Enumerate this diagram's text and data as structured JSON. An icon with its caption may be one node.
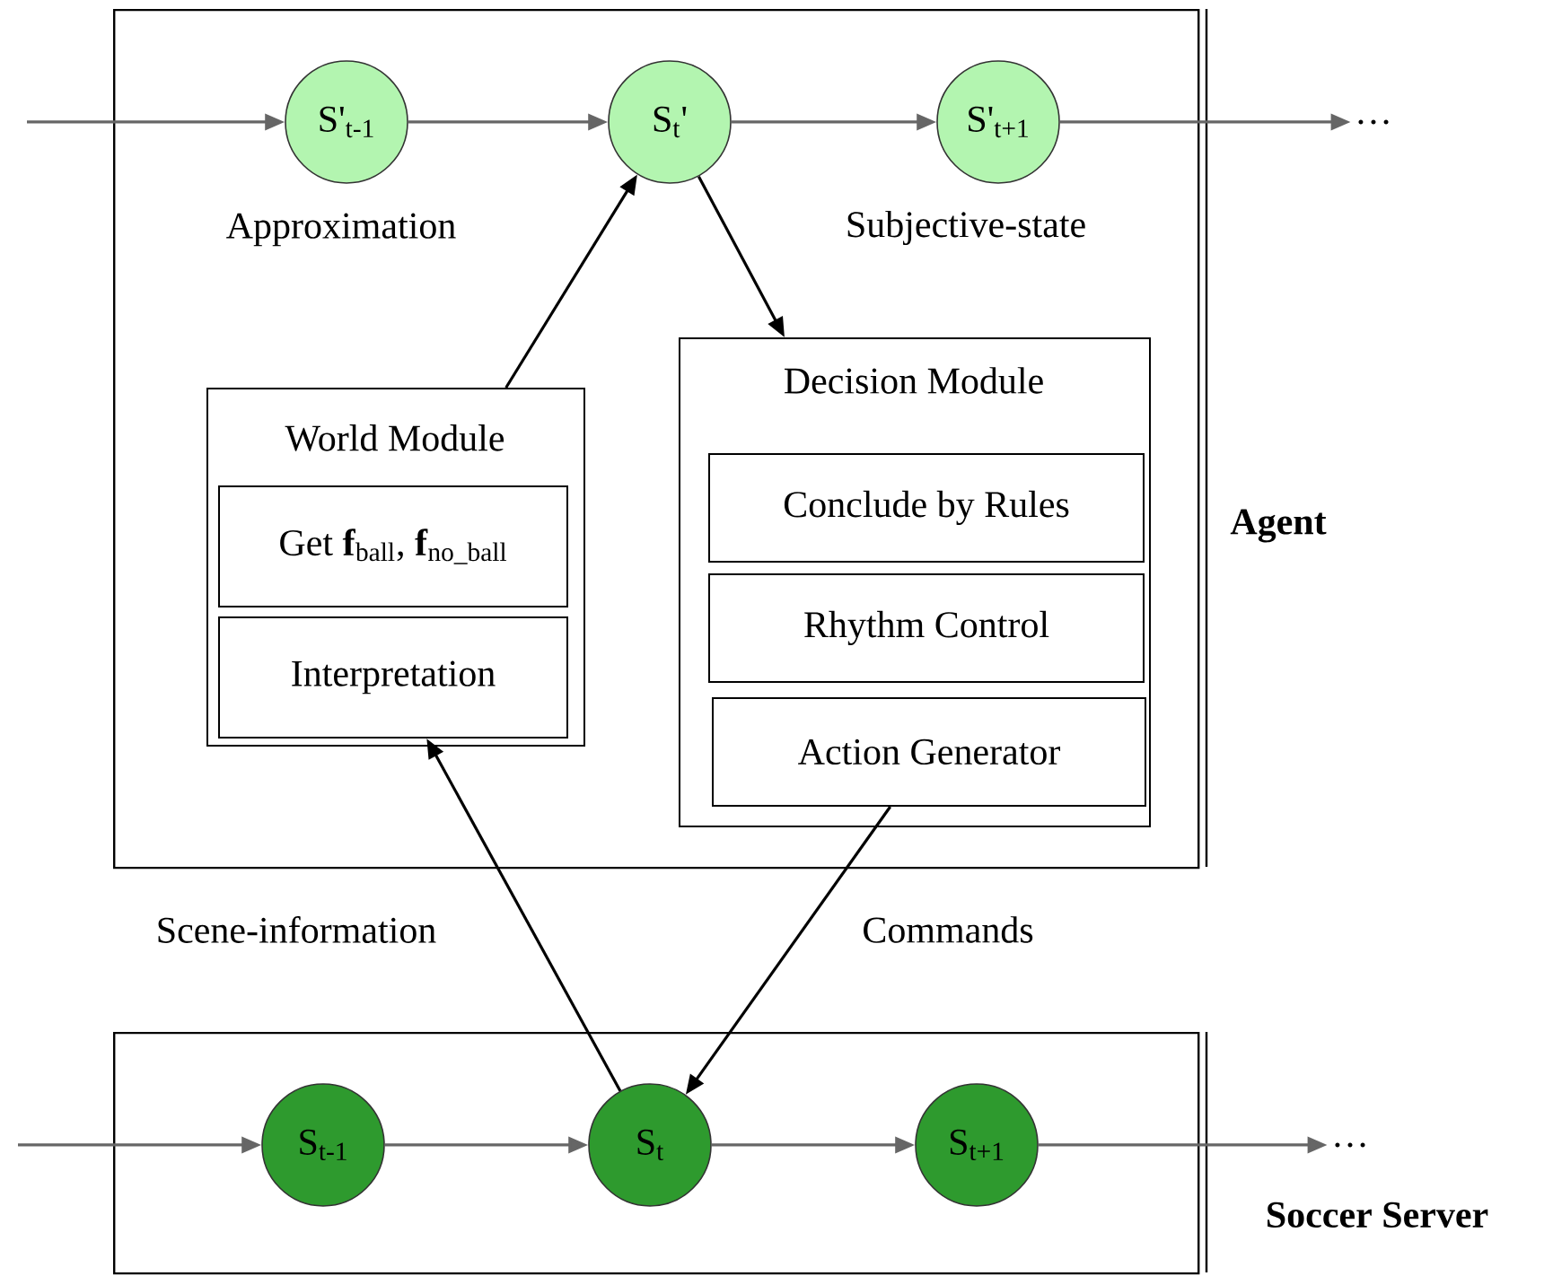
{
  "diagram": {
    "nodes": [
      {
        "text": [
          "Agent"
        ]
      },
      {
        "text": [
          "S'$_{t-1}$"
        ],
        "in": 0
      },
      {
        "text": [
          "S$_{t}$'"
        ],
        "in": 0
      },
      {
        "text": [
          "S'$_{t+1}$"
        ],
        "in": 0
      },
      {
        "text": [
          "…"
        ]
      },
      {
        "text": [
          "World Module"
        ],
        "in": 0
      },
      {
        "text": [
          "Get **f**$_{ball}$, **f**$_{no_ball}$"
        ],
        "in": 5
      },
      {
        "text": [
          "Interpretation"
        ],
        "in": 5
      },
      {
        "text": [
          "Decision Module"
        ],
        "in": 0
      },
      {
        "text": [
          "Conclude by Rules"
        ],
        "in": 8
      },
      {
        "text": [
          "Rhythm Control"
        ],
        "in": 8
      },
      {
        "text": [
          "Action Generator"
        ],
        "in": 8
      },
      {
        "text": [
          "Soccer Server"
        ]
      },
      {
        "text": [
          "S$_{t-1}$"
        ],
        "in": 12
      },
      {
        "text": [
          "S$_{t}$"
        ],
        "in": 12
      },
      {
        "text": [
          "S$_{t+1}$"
        ],
        "in": 12
      },
      {
        "text": [
          "…"
        ]
      }
    ],
    "edges": [
      {
        "from": null,
        "to": 1,
        "arrow": "to"
      },
      {
        "from": 1,
        "to": 2,
        "arrow": "to"
      },
      {
        "from": 2,
        "to": 3,
        "arrow": "to"
      },
      {
        "from": 3,
        "to": 4,
        "arrow": "to"
      },
      {
        "from": 5,
        "to": 2,
        "arrow": "to",
        "label": "Approximation",
        "color": "#000000"
      },
      {
        "from": 2,
        "to": 8,
        "arrow": "to",
        "label": "Subjective-state",
        "color": "#000000"
      },
      {
        "from": 14,
        "to": 7,
        "arrow": "to",
        "label": "Scene-information",
        "color": "#000000"
      },
      {
        "from": 11,
        "to": 14,
        "arrow": "to",
        "label": "Commands",
        "color": "#000000"
      },
      {
        "from": null,
        "to": 13,
        "arrow": "to"
      },
      {
        "from": 13,
        "to": 14,
        "arrow": "to"
      },
      {
        "from": 14,
        "to": 15,
        "arrow": "to"
      },
      {
        "from": 15,
        "to": 16,
        "arrow": "to"
      }
    ]
  }
}
